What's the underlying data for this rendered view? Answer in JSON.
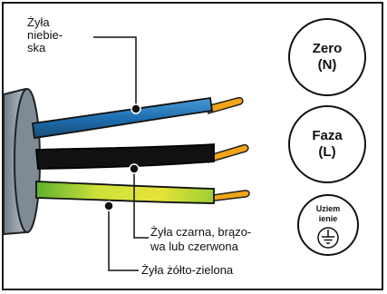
{
  "labels": {
    "blue_wire": [
      "Żyła",
      "niebie-",
      "ska"
    ],
    "black_wire": [
      "Żyła czarna, brązo-",
      "wa lub czerwona"
    ],
    "green_wire": "Żyła żółto-zielona"
  },
  "circles": {
    "zero": [
      "Zero",
      "(N)"
    ],
    "phase": [
      "Faza",
      "(L)"
    ],
    "earth": [
      "Uziem",
      "ienie"
    ]
  },
  "icons": {
    "earth": "ground-symbol-icon"
  },
  "colors": {
    "blue": "#1f6fb0",
    "black": "#111111",
    "yellow_green": "#b7d432",
    "copper": "#f2a516",
    "sheath": "#8a98a3"
  }
}
